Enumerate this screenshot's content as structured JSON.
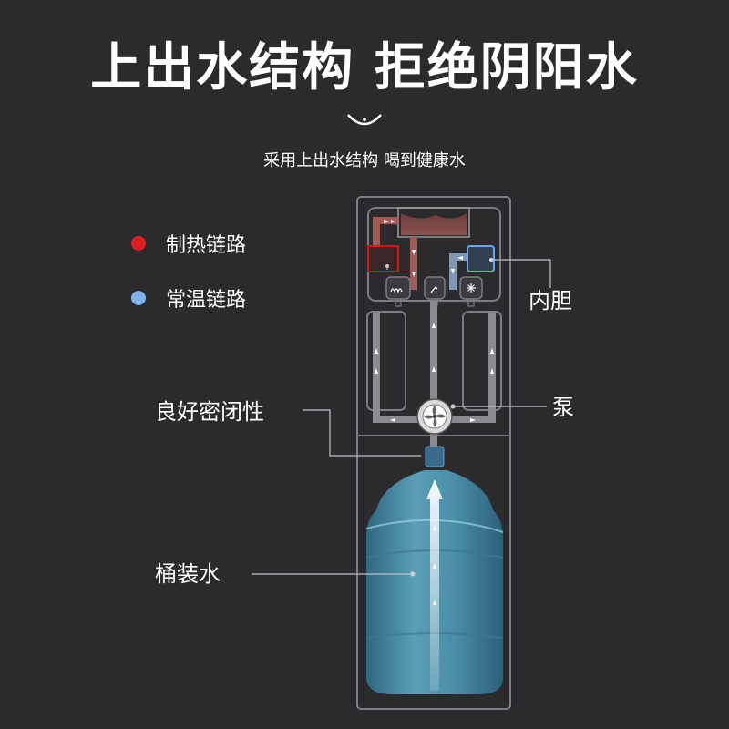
{
  "title": "上出水结构 拒绝阴阳水",
  "subtitle": "采用上出水结构 喝到健康水",
  "legend": {
    "hot": {
      "label": "制热链路",
      "color": "#e01c1c"
    },
    "normal": {
      "label": "常温链路",
      "color": "#7fb1ea"
    }
  },
  "callouts": {
    "inner_tank": "内胆",
    "pump": "泵",
    "seal": "良好密闭性",
    "bottled_water": "桶装水"
  },
  "icons": [
    "smile-icon",
    "heating-icon",
    "tap-icon",
    "snowflake-icon",
    "pump-fan-icon"
  ],
  "colors": {
    "background": "#2b2b2d",
    "hot_pipe": "#a15a55",
    "normal_pipe": "#7f96b8",
    "water": "#4f9bb7"
  }
}
